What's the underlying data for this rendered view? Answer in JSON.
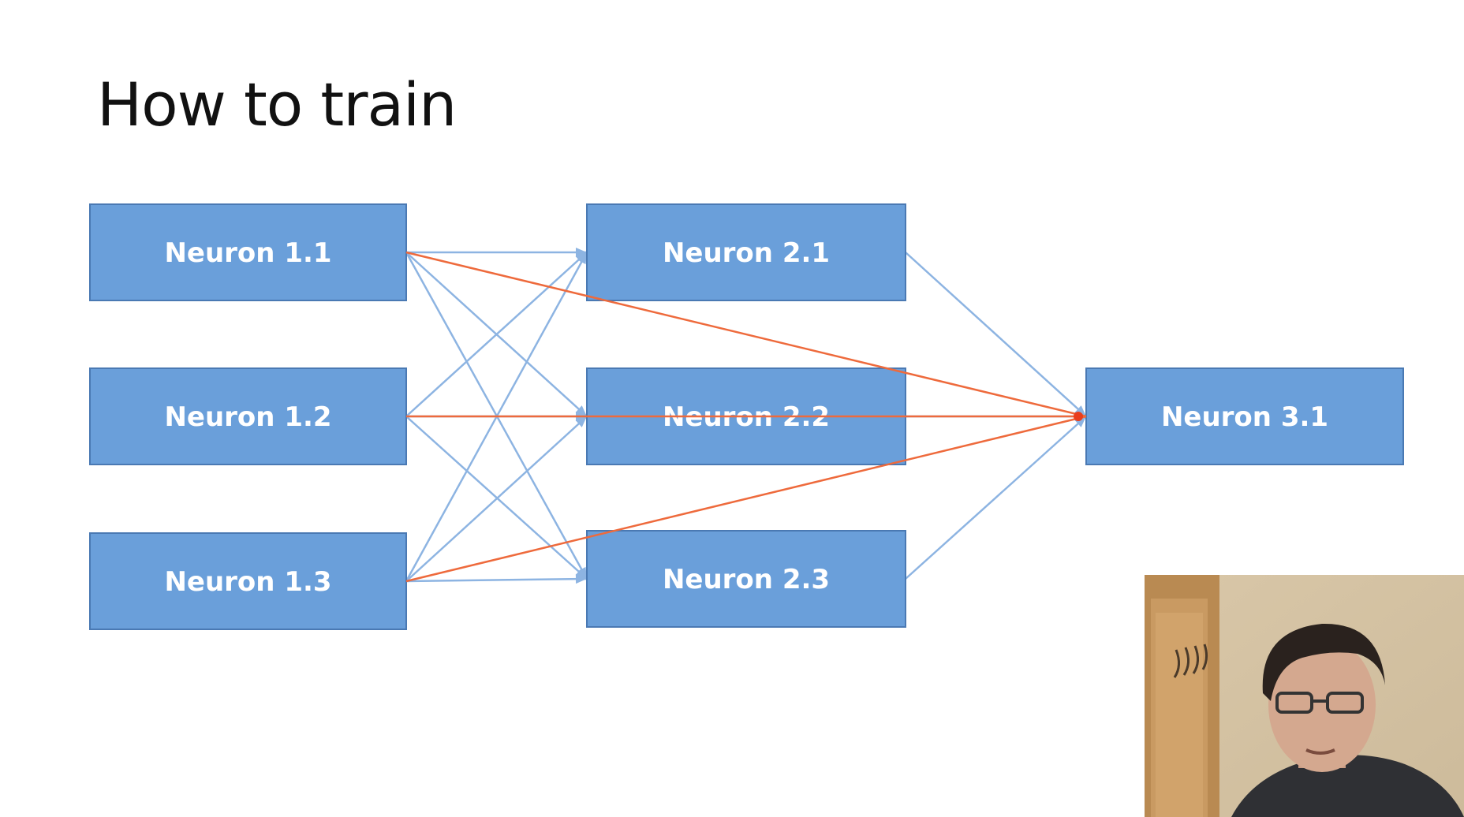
{
  "slide": {
    "title": "How to train"
  },
  "neurons": [
    {
      "id": "n11",
      "label": "Neuron 1.1"
    },
    {
      "id": "n12",
      "label": "Neuron 1.2"
    },
    {
      "id": "n13",
      "label": "Neuron 1.3"
    },
    {
      "id": "n21",
      "label": "Neuron 2.1"
    },
    {
      "id": "n22",
      "label": "Neuron 2.2"
    },
    {
      "id": "n23",
      "label": "Neuron 2.3"
    },
    {
      "id": "n31",
      "label": "Neuron 3.1"
    }
  ],
  "connections": [
    {
      "from": "n11",
      "to": "n21",
      "highlight": false
    },
    {
      "from": "n11",
      "to": "n22",
      "highlight": false
    },
    {
      "from": "n11",
      "to": "n23",
      "highlight": false
    },
    {
      "from": "n12",
      "to": "n21",
      "highlight": false
    },
    {
      "from": "n12",
      "to": "n22",
      "highlight": false
    },
    {
      "from": "n12",
      "to": "n23",
      "highlight": false
    },
    {
      "from": "n13",
      "to": "n21",
      "highlight": false
    },
    {
      "from": "n13",
      "to": "n22",
      "highlight": false
    },
    {
      "from": "n13",
      "to": "n23",
      "highlight": false
    },
    {
      "from": "n21",
      "to": "n31",
      "highlight": false
    },
    {
      "from": "n22",
      "to": "n31",
      "highlight": false
    },
    {
      "from": "n23",
      "to": "n31",
      "highlight": false
    },
    {
      "from": "n11",
      "to": "n31",
      "highlight": true
    },
    {
      "from": "n12",
      "to": "n31",
      "highlight": true
    },
    {
      "from": "n13",
      "to": "n31",
      "highlight": true
    }
  ],
  "colors": {
    "box_fill": "#6a9fda",
    "box_stroke": "#4a79b3",
    "edge": "#8db4e2",
    "highlight_edge": "#ee6a3c",
    "highlight_dot": "#ea3d1c"
  },
  "webcam": {
    "icon": "webcam-presenter-video"
  }
}
